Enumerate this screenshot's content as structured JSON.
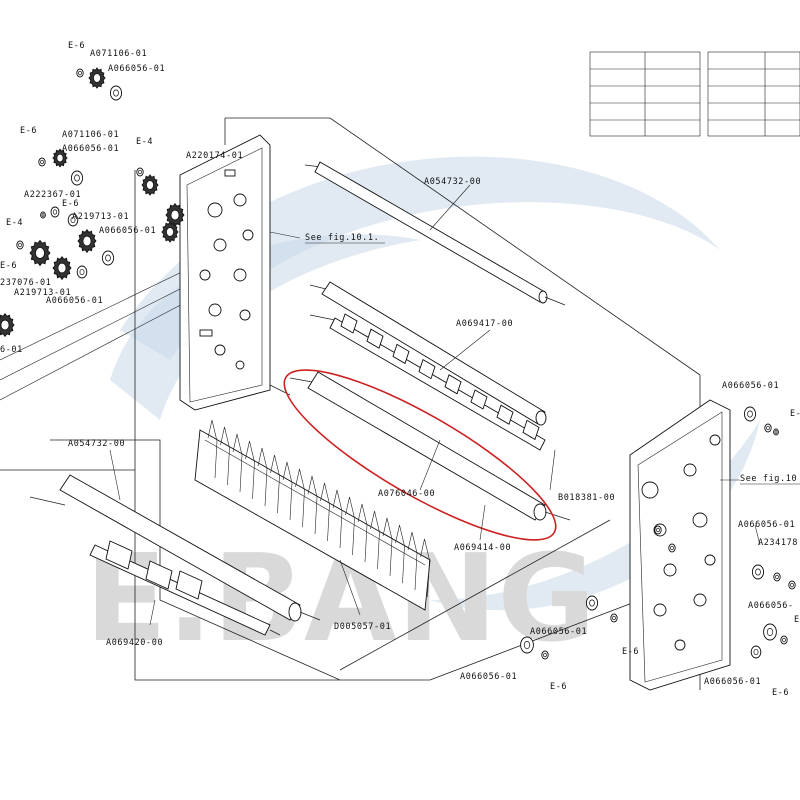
{
  "watermark": {
    "text": "E.BANG",
    "swoosh_color": "#c9d8ea",
    "text_color": "#d9d9d9"
  },
  "highlight": {
    "color": "#cc2222",
    "part": "A076046-00"
  },
  "callouts": {
    "see_fig_left": "See fig.10.1.",
    "see_fig_right": "See fig.10"
  },
  "labels": [
    {
      "id": "e6-top",
      "text": "E-6"
    },
    {
      "id": "a071106-top",
      "text": "A071106-01"
    },
    {
      "id": "a066056-top",
      "text": "A066056-01"
    },
    {
      "id": "e6-left",
      "text": "E-6"
    },
    {
      "id": "a071106-left",
      "text": "A071106-01"
    },
    {
      "id": "a066056-left",
      "text": "A066056-01"
    },
    {
      "id": "e4-mid",
      "text": "E-4"
    },
    {
      "id": "a220174",
      "text": "A220174-01"
    },
    {
      "id": "a222367",
      "text": "A222367-01"
    },
    {
      "id": "e6-mid",
      "text": "E-6"
    },
    {
      "id": "e4-left",
      "text": "E-4"
    },
    {
      "id": "a219713-a",
      "text": "A219713-01"
    },
    {
      "id": "a066056-mid",
      "text": "A066056-01"
    },
    {
      "id": "e6-low",
      "text": "E-6"
    },
    {
      "id": "a237076",
      "text": "237076-01"
    },
    {
      "id": "a219713-b",
      "text": "A219713-01"
    },
    {
      "id": "a066056-low",
      "text": "A066056-01"
    },
    {
      "id": "part-6-01",
      "text": "6-01"
    },
    {
      "id": "a054732-top",
      "text": "A054732-00"
    },
    {
      "id": "a069417",
      "text": "A069417-00"
    },
    {
      "id": "a076046",
      "text": "A076046-00"
    },
    {
      "id": "b018381",
      "text": "B018381-00"
    },
    {
      "id": "a069414",
      "text": "A069414-00"
    },
    {
      "id": "a054732-left",
      "text": "A054732-00"
    },
    {
      "id": "a069420",
      "text": "A069420-00"
    },
    {
      "id": "d005057",
      "text": "D005057-01"
    },
    {
      "id": "a066056-right-top",
      "text": "A066056-01"
    },
    {
      "id": "e-right-top",
      "text": "E-"
    },
    {
      "id": "a066056-right-mid",
      "text": "A066056-01"
    },
    {
      "id": "a234178",
      "text": "A234178"
    },
    {
      "id": "a066056-right-low",
      "text": "A066056-"
    },
    {
      "id": "e-right-low",
      "text": "E-"
    },
    {
      "id": "a066056-bot-a",
      "text": "A066056-01"
    },
    {
      "id": "e6-bot-a",
      "text": "E-6"
    },
    {
      "id": "a066056-bot-b",
      "text": "A066056-01"
    },
    {
      "id": "e6-bot-b",
      "text": "E-6"
    },
    {
      "id": "a066056-bot-c",
      "text": "A066056-01"
    },
    {
      "id": "e6-bot-c",
      "text": "E-6"
    }
  ]
}
